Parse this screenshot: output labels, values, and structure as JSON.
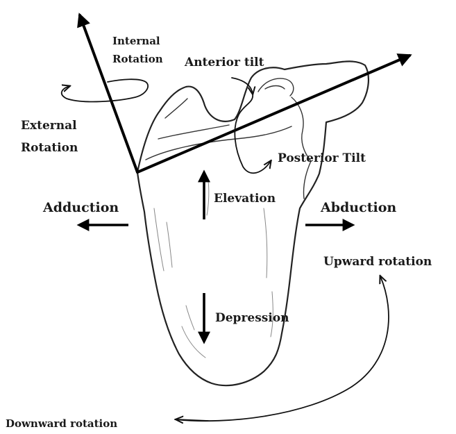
{
  "labels": {
    "internal_rotation_line1": "Internal",
    "internal_rotation_line2": "Rotation",
    "anterior_tilt": "Anterior tilt",
    "external_rotation_line1": "External",
    "external_rotation_line2": "Rotation",
    "posterior_tilt": "Posterior Tilt",
    "elevation": "Elevation",
    "adduction": "Adduction",
    "abduction": "Abduction",
    "upward_rotation": "Upward rotation",
    "depression": "Depression",
    "downward_rotation": "Downward rotation"
  },
  "colors": {
    "ink": "#000000",
    "background": "#ffffff"
  }
}
